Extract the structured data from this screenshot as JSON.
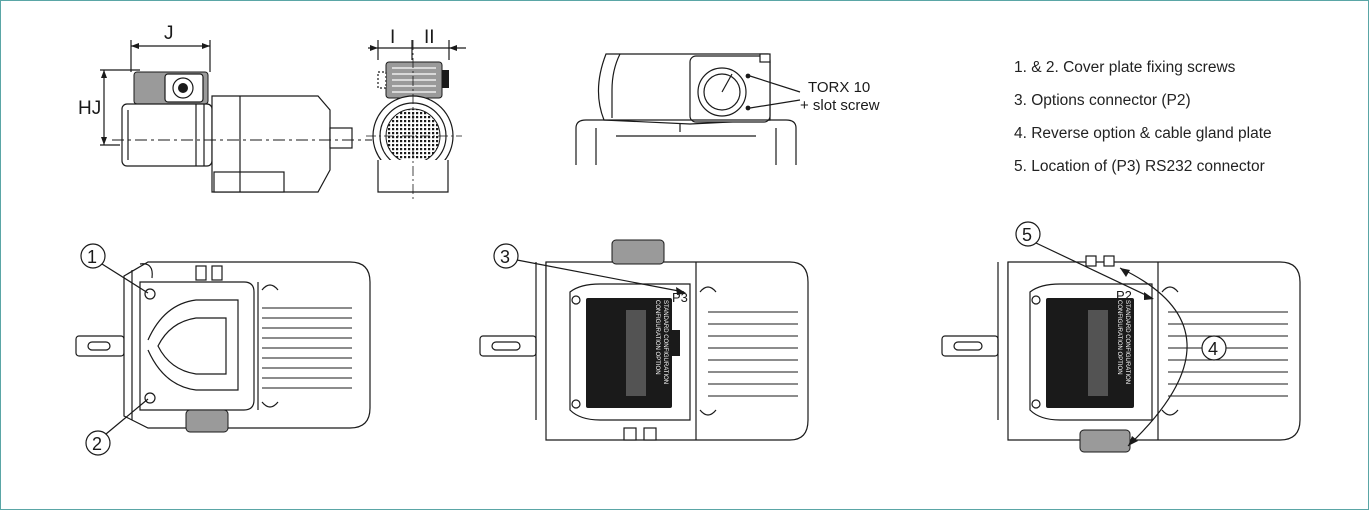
{
  "dimensions": {
    "j": "J",
    "hj": "HJ",
    "i": "I",
    "ii": "II"
  },
  "torx_label": {
    "line1": "TORX 10",
    "line2": "+ slot screw"
  },
  "legend": [
    "1. & 2. Cover plate fixing screws",
    "3. Options connector (P2)",
    "4. Reverse option & cable gland plate",
    "5. Location of (P3) RS232 connector"
  ],
  "callouts": {
    "c1": "1",
    "c2": "2",
    "c3": "3",
    "c4": "4",
    "c5": "5"
  },
  "connector_labels": {
    "p3": "P3",
    "p2": "P2"
  },
  "plate_text": {
    "standard": "STANDARD CONFIGURATION",
    "option": "CONFIGURATION OPTION"
  },
  "colors": {
    "frame_border": "#5aa6a6",
    "line": "#1a1a1a",
    "shade": "#9a9a9a"
  }
}
